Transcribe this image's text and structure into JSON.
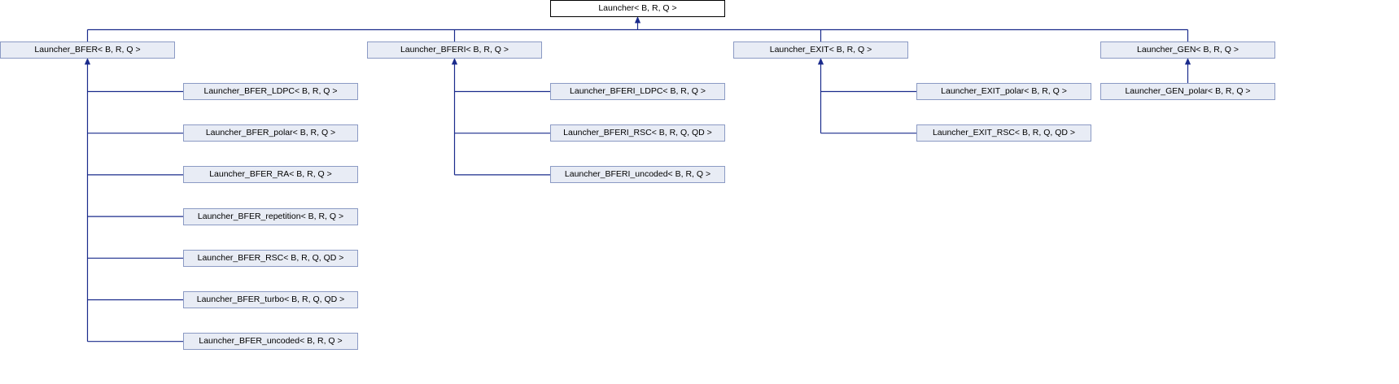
{
  "diagram": {
    "type": "class-inheritance",
    "colors": {
      "edge": "#1a2b8c",
      "node_fill": "#e8ecf5",
      "node_border": "#8b9ac4",
      "root_fill": "#ffffff",
      "root_border": "#000000"
    },
    "root": {
      "label": "Launcher< B, R, Q >"
    },
    "groups": [
      {
        "parent": "Launcher_BFER< B, R, Q >",
        "children": [
          "Launcher_BFER_LDPC< B, R, Q >",
          "Launcher_BFER_polar< B, R, Q >",
          "Launcher_BFER_RA< B, R, Q >",
          "Launcher_BFER_repetition< B, R, Q >",
          "Launcher_BFER_RSC< B, R, Q, QD >",
          "Launcher_BFER_turbo< B, R, Q, QD >",
          "Launcher_BFER_uncoded< B, R, Q >"
        ]
      },
      {
        "parent": "Launcher_BFERI< B, R, Q >",
        "children": [
          "Launcher_BFERI_LDPC< B, R, Q >",
          "Launcher_BFERI_RSC< B, R, Q, QD >",
          "Launcher_BFERI_uncoded< B, R, Q >"
        ]
      },
      {
        "parent": "Launcher_EXIT< B, R, Q >",
        "children": [
          "Launcher_EXIT_polar< B, R, Q >",
          "Launcher_EXIT_RSC< B, R, Q, QD >"
        ]
      },
      {
        "parent": "Launcher_GEN< B, R, Q >",
        "children": [
          "Launcher_GEN_polar< B, R, Q >"
        ]
      }
    ]
  }
}
